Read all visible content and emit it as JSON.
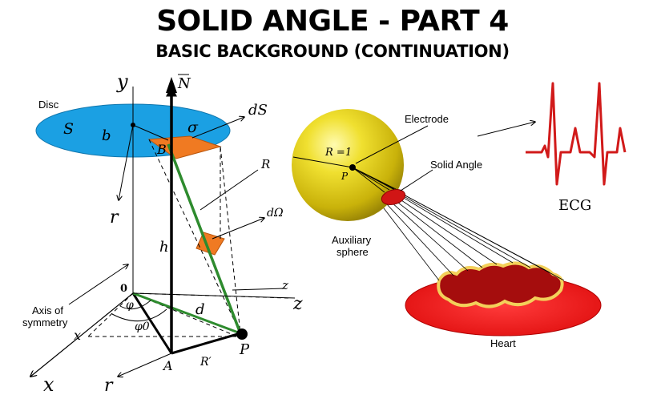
{
  "title": "SOLID ANGLE - PART 4",
  "subtitle": "BASIC BACKGROUND (CONTINUATION)",
  "left_diagram": {
    "label_y": "y",
    "label_N": "N",
    "label_disc": "Disc",
    "label_S": "S",
    "label_b": "b",
    "label_B": "B",
    "label_sigma": "σ",
    "label_dS": "dS",
    "label_R": "R",
    "label_dOmega": "dΩ",
    "label_r_upper": "r",
    "label_h": "h",
    "label_origin": "0",
    "label_z_small": "z",
    "label_z": "z",
    "label_axis_of_symmetry": "Axis of\nsymmetry",
    "label_phi": "φ",
    "label_phi0": "φ0",
    "label_d": "d",
    "label_x_small": "x",
    "label_x": "x",
    "label_A": "A",
    "label_R_prime": "R′",
    "label_P": "P",
    "label_r_lower": "r"
  },
  "right_diagram": {
    "label_electrode": "Electrode",
    "label_R1": "R =1",
    "label_P": "P",
    "label_solid_angle": "Solid Angle",
    "label_auxiliary_sphere": "Auxiliary\nsphere",
    "label_heart": "Heart",
    "label_ecg": "ECG"
  },
  "colors": {
    "disc_blue": "#1ba0e3",
    "element_orange": "#f07a22",
    "sphere_yellow": "#e6d21c",
    "heart_red": "#ee1111",
    "ecg_red": "#d11a1a",
    "line_green": "#2e8b2e"
  }
}
